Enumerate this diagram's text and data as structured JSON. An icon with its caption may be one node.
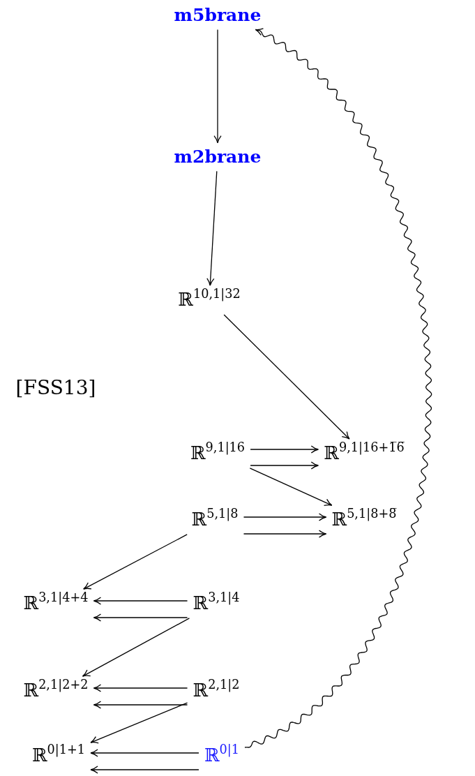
{
  "diagram": {
    "nodes": [
      {
        "text": [
          "m5brane"
        ]
      },
      {
        "text": [
          "m2brane"
        ]
      },
      {
        "text": [
          "ℝ$^{10,1|32}$"
        ]
      },
      {
        "text": [
          "ℝ$^{9,1|16}$"
        ]
      },
      {
        "text": [
          "ℝ$^{9,1|16+1̅6̅}$"
        ]
      },
      {
        "text": [
          "ℝ$^{5,1|8}$"
        ]
      },
      {
        "text": [
          "ℝ$^{5,1|8+8̅}$"
        ]
      },
      {
        "text": [
          "ℝ$^{3,1|4+4}$"
        ]
      },
      {
        "text": [
          "ℝ$^{3,1|4}$"
        ]
      },
      {
        "text": [
          "ℝ$^{2,1|2+2}$"
        ]
      },
      {
        "text": [
          "ℝ$^{2,1|2}$"
        ]
      },
      {
        "text": [
          "ℝ$^{0|1+1}$"
        ]
      },
      {
        "text": [
          "ℝ$^{0|1}$"
        ]
      }
    ],
    "edges": [
      {
        "from": 0,
        "to": 1,
        "arrow": "to"
      },
      {
        "from": 1,
        "to": 2,
        "arrow": "to"
      },
      {
        "from": 2,
        "to": 4,
        "arrow": "to"
      },
      {
        "from": 3,
        "to": 4,
        "arrow": "to"
      },
      {
        "from": 3,
        "to": 4,
        "arrow": "to"
      },
      {
        "from": 3,
        "to": 6,
        "arrow": "to"
      },
      {
        "from": 5,
        "to": 6,
        "arrow": "to"
      },
      {
        "from": 5,
        "to": 6,
        "arrow": "to"
      },
      {
        "from": 5,
        "to": 7,
        "arrow": "to"
      },
      {
        "from": 8,
        "to": 7,
        "arrow": "to"
      },
      {
        "from": 8,
        "to": 7,
        "arrow": "to"
      },
      {
        "from": 8,
        "to": 9,
        "arrow": "to"
      },
      {
        "from": 10,
        "to": 9,
        "arrow": "to"
      },
      {
        "from": 10,
        "to": 9,
        "arrow": "to"
      },
      {
        "from": 10,
        "to": 11,
        "arrow": "to"
      },
      {
        "from": 12,
        "to": 11,
        "arrow": "to"
      },
      {
        "from": 12,
        "to": 11,
        "arrow": "to"
      },
      {
        "from": 12,
        "to": 0,
        "arrow": "to"
      }
    ],
    "labels": [
      "[FSS13]"
    ]
  }
}
